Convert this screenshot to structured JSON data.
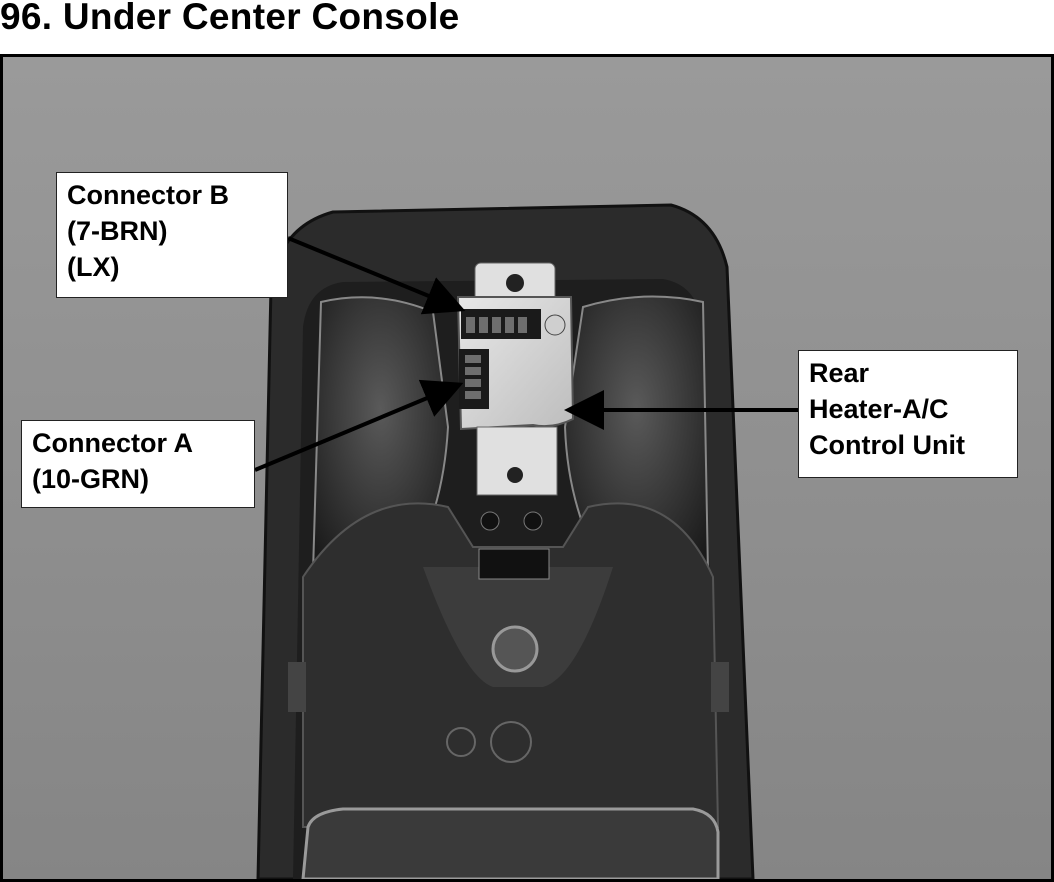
{
  "title": "96. Under Center Console",
  "callouts": {
    "connector_b": {
      "line1": "Connector B",
      "line2": "(7-BRN)",
      "line3": "(LX)"
    },
    "connector_a": {
      "line1": "Connector A",
      "line2": "(10-GRN)"
    },
    "control_unit": {
      "line1": "Rear",
      "line2": "Heater-A/C",
      "line3": "Control Unit"
    }
  },
  "colors": {
    "background": "#8f8f8f",
    "console": "#2a2a2a",
    "unit": "#dcdcdc"
  }
}
